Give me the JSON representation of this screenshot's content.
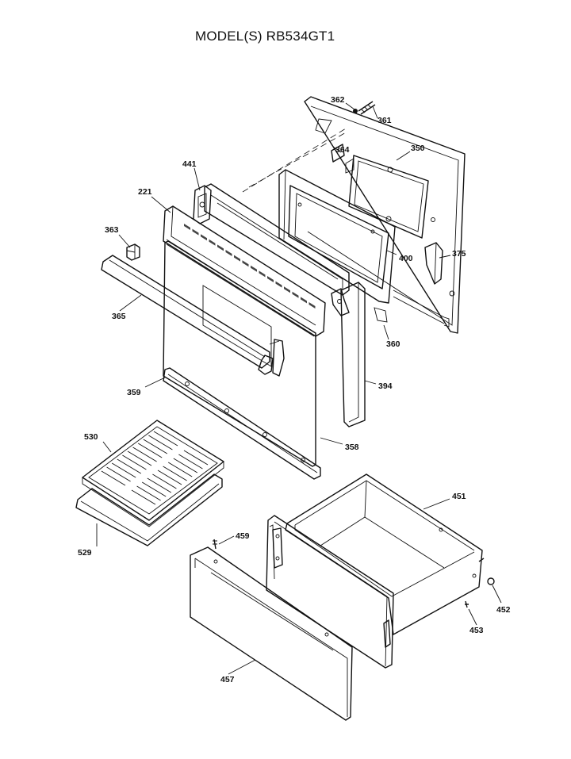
{
  "title": "MODEL(S) RB534GT1",
  "labels": {
    "p362": "362",
    "p361": "361",
    "p364": "364",
    "p350": "350",
    "p441": "441",
    "p221": "221",
    "p363": "363",
    "p400": "400",
    "p375": "375",
    "p365": "365",
    "p360": "360",
    "p394": "394",
    "p359": "359",
    "p358": "358",
    "p530": "530",
    "p529": "529",
    "p451": "451",
    "p459": "459",
    "p452": "452",
    "p453": "453",
    "p457": "457"
  }
}
